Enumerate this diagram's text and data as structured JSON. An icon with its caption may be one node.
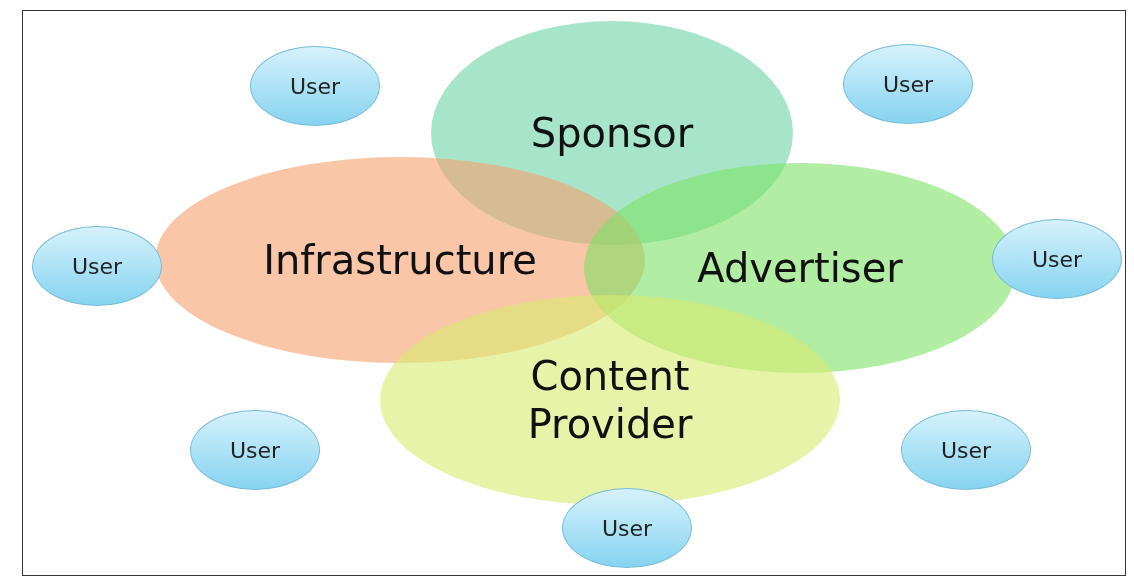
{
  "diagram": {
    "nodes": [
      {
        "text": [
          "User"
        ]
      },
      {
        "text": [
          "Sponsor"
        ]
      },
      {
        "text": [
          "User"
        ]
      },
      {
        "text": [
          "Infrastructure"
        ]
      },
      {
        "text": [
          "User"
        ]
      },
      {
        "text": [
          "Advertiser"
        ]
      },
      {
        "text": [
          "User"
        ]
      },
      {
        "text": [
          "Content Provider"
        ]
      },
      {
        "text": [
          "User"
        ]
      },
      {
        "text": [
          "User"
        ]
      },
      {
        "text": [
          "User"
        ]
      }
    ],
    "edges": []
  }
}
